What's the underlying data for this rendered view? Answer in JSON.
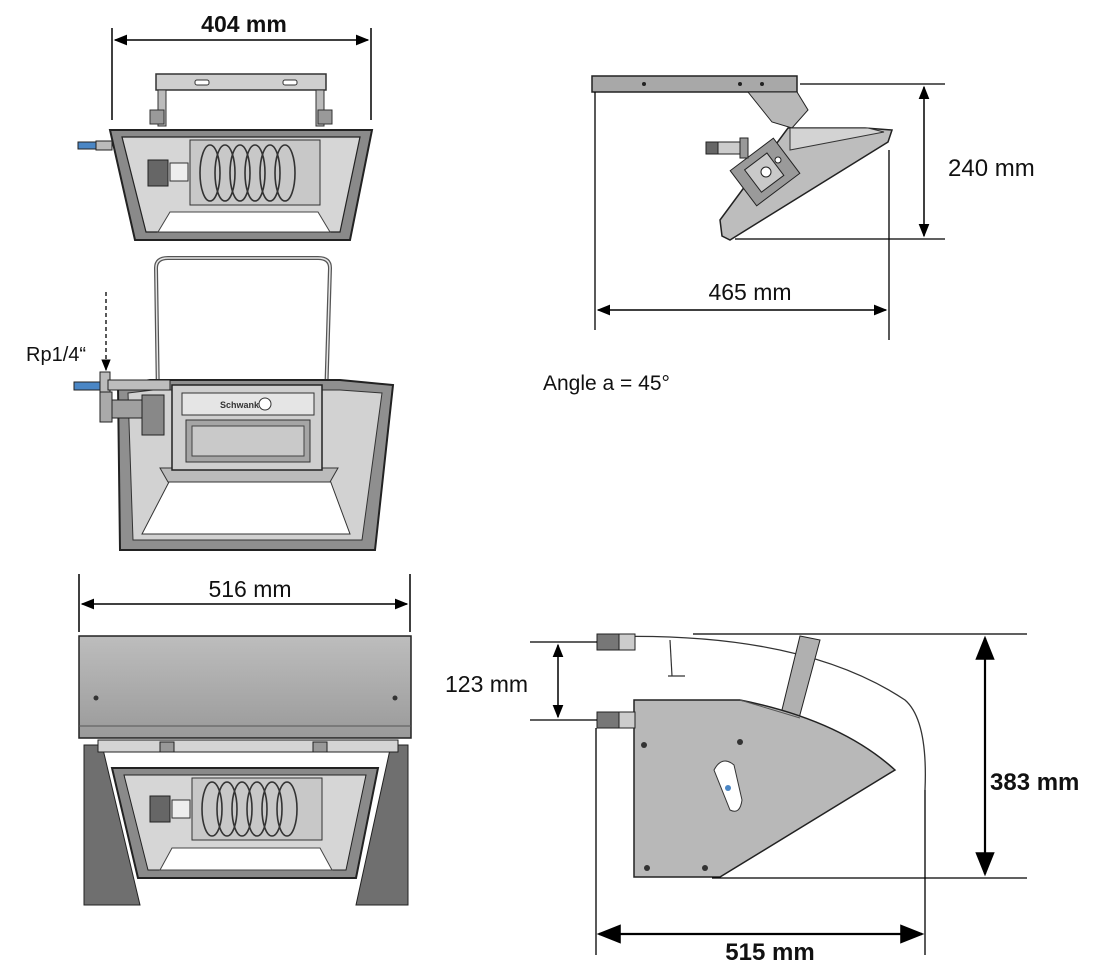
{
  "dimensions": {
    "top_view_width": "404 mm",
    "side_view_height": "240 mm",
    "side_view_width": "465 mm",
    "pipe_thread": "Rp1/4“",
    "angle_note": "Angle a = 45°",
    "front_view_width": "516 mm",
    "bracket_offset": "123 mm",
    "tilted_view_height": "383 mm",
    "tilted_view_width": "515 mm"
  },
  "labels": {
    "heater_brand_plate": "Schwank"
  }
}
